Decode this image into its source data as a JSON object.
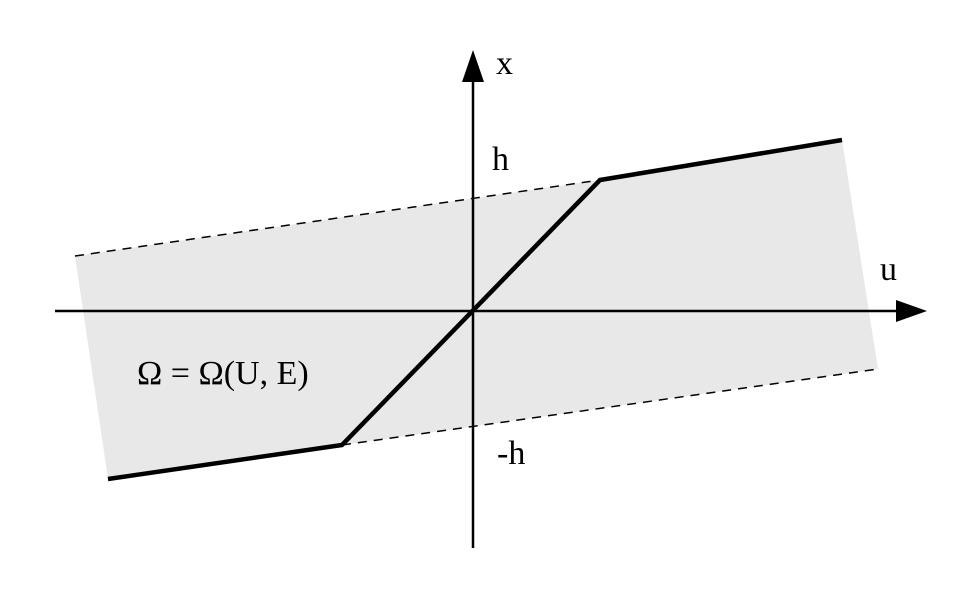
{
  "labels": {
    "x_axis": "x",
    "u_axis": "u",
    "h_upper": "h",
    "h_lower": "-h",
    "region": "Ω = Ω(U, E)"
  },
  "colors": {
    "region_fill": "#e8e8e8",
    "line": "#000000"
  }
}
